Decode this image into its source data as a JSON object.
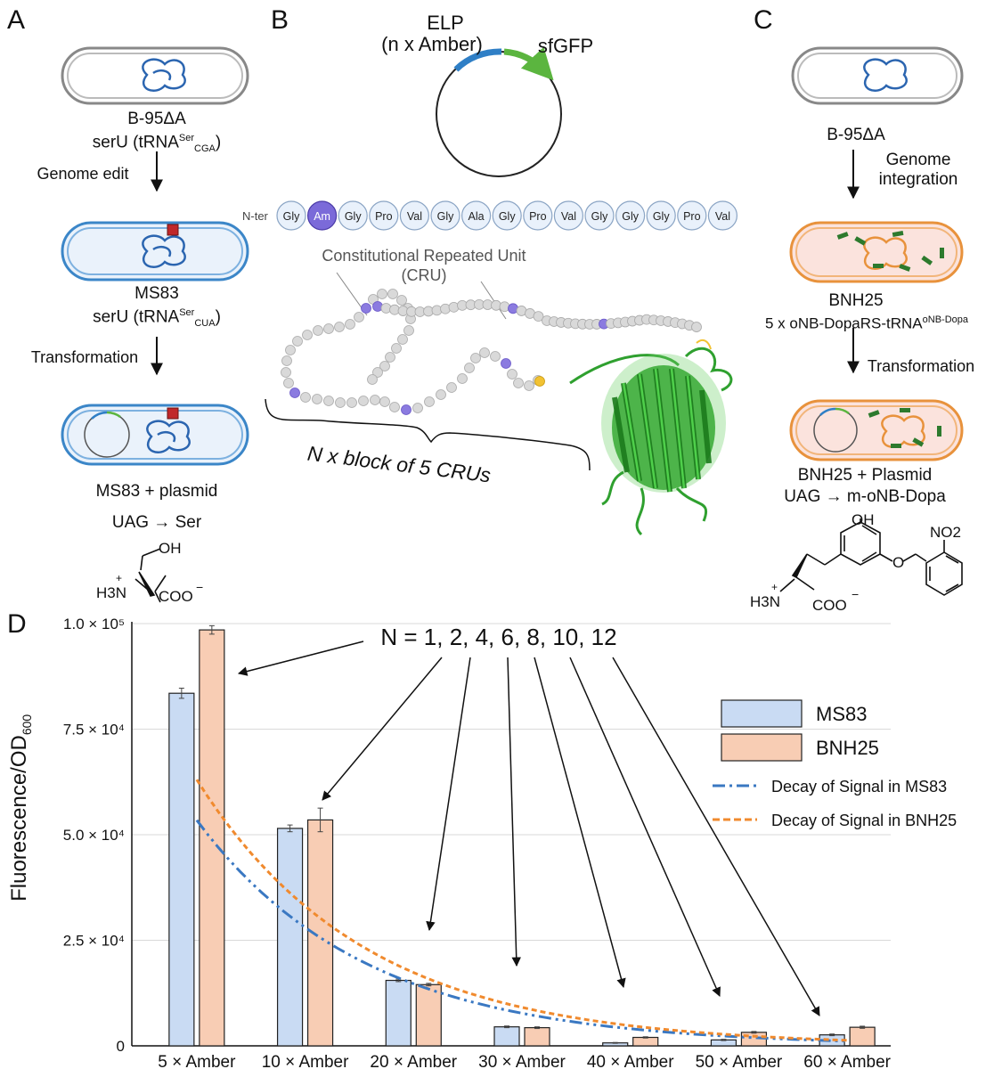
{
  "panels": {
    "a": "A",
    "b": "B",
    "c": "C",
    "d": "D"
  },
  "panel_a": {
    "strain1_name": "B-95ΔA",
    "strain1_gene": "serU (tRNA",
    "strain1_sup": "Ser",
    "strain1_sub": "CGA",
    "strain1_close": ")",
    "step1": "Genome edit",
    "strain2_name": "MS83",
    "strain2_gene": "serU (tRNA",
    "strain2_sup": "Ser",
    "strain2_sub": "CUA",
    "strain2_close": ")",
    "step2": "Transformation",
    "strain3": "MS83 + plasmid",
    "reaction": "UAG → Ser",
    "chem_oh": "OH",
    "chem_h3n": "H3N",
    "chem_coo": "COO",
    "chem_plus": "+",
    "chem_minus": "−"
  },
  "panel_b": {
    "plasmid_elp1": "ELP",
    "plasmid_elp2": "(n x Amber)",
    "plasmid_gfp": "sfGFP",
    "nter": "N-ter",
    "residues": [
      "Gly",
      "Am",
      "Gly",
      "Pro",
      "Val",
      "Gly",
      "Ala",
      "Gly",
      "Pro",
      "Val",
      "Gly",
      "Gly",
      "Gly",
      "Pro",
      "Val"
    ],
    "cru_line1": "Constitutional Repeated Unit",
    "cru_line2": "(CRU)",
    "block": "N x block of 5 CRUs",
    "colors": {
      "elp": "#2f7fc6",
      "gfp": "#5bb53f",
      "amber": "#7b6ad9",
      "bead": "#d9d9d9",
      "protein": "#2fa02f"
    }
  },
  "panel_c": {
    "strain1": "B-95ΔA",
    "step1_l1": "Genome",
    "step1_l2": "integration",
    "strain2_name": "BNH25",
    "strain2_desc": "5 x oNB-DopaRS-tRNA",
    "strain2_sup": "oNB-Dopa",
    "step2": "Transformation",
    "strain3": "BNH25 + Plasmid",
    "reaction": "UAG → m-oNB-Dopa",
    "chem_oh": "OH",
    "chem_no2": "NO2",
    "chem_o": "O",
    "chem_h3n": "H3N",
    "chem_coo": "COO",
    "chem_plus": "+",
    "chem_minus": "−"
  },
  "panel_d": {
    "annotation": "N = 1, 2, 4, 6, 8, 10, 12",
    "chart_data": {
      "type": "bar",
      "ylabel": "Fluorescence/OD600",
      "ylim": [
        0,
        100000
      ],
      "ytick_labels": [
        "0",
        "2.5 × 10⁴",
        "5.0 × 10⁴",
        "7.5 × 10⁴",
        "1.0 × 10⁵"
      ],
      "ytick_values": [
        0,
        25000,
        50000,
        75000,
        100000
      ],
      "categories": [
        "5 × Amber",
        "10 × Amber",
        "20 × Amber",
        "30 × Amber",
        "40 × Amber",
        "50 × Amber",
        "60 × Amber"
      ],
      "series": [
        {
          "name": "MS83",
          "values": [
            83500,
            51500,
            15500,
            4500,
            700,
            1400,
            2600
          ],
          "errors": [
            1200,
            800,
            300,
            200,
            100,
            150,
            200
          ],
          "color": "#c9dbf3"
        },
        {
          "name": "BNH25",
          "values": [
            98500,
            53500,
            14500,
            4300,
            2000,
            3200,
            4400
          ],
          "errors": [
            1000,
            2800,
            300,
            200,
            150,
            200,
            250
          ],
          "color": "#f8cdb4"
        }
      ],
      "trendlines": [
        {
          "name": "Decay of Signal in MS83",
          "color": "#3a78c2",
          "style": "dash-dot"
        },
        {
          "name": "Decay of Signal in BNH25",
          "color": "#f08a2e",
          "style": "dashed"
        }
      ],
      "legend_position": "right",
      "grid": true
    }
  }
}
